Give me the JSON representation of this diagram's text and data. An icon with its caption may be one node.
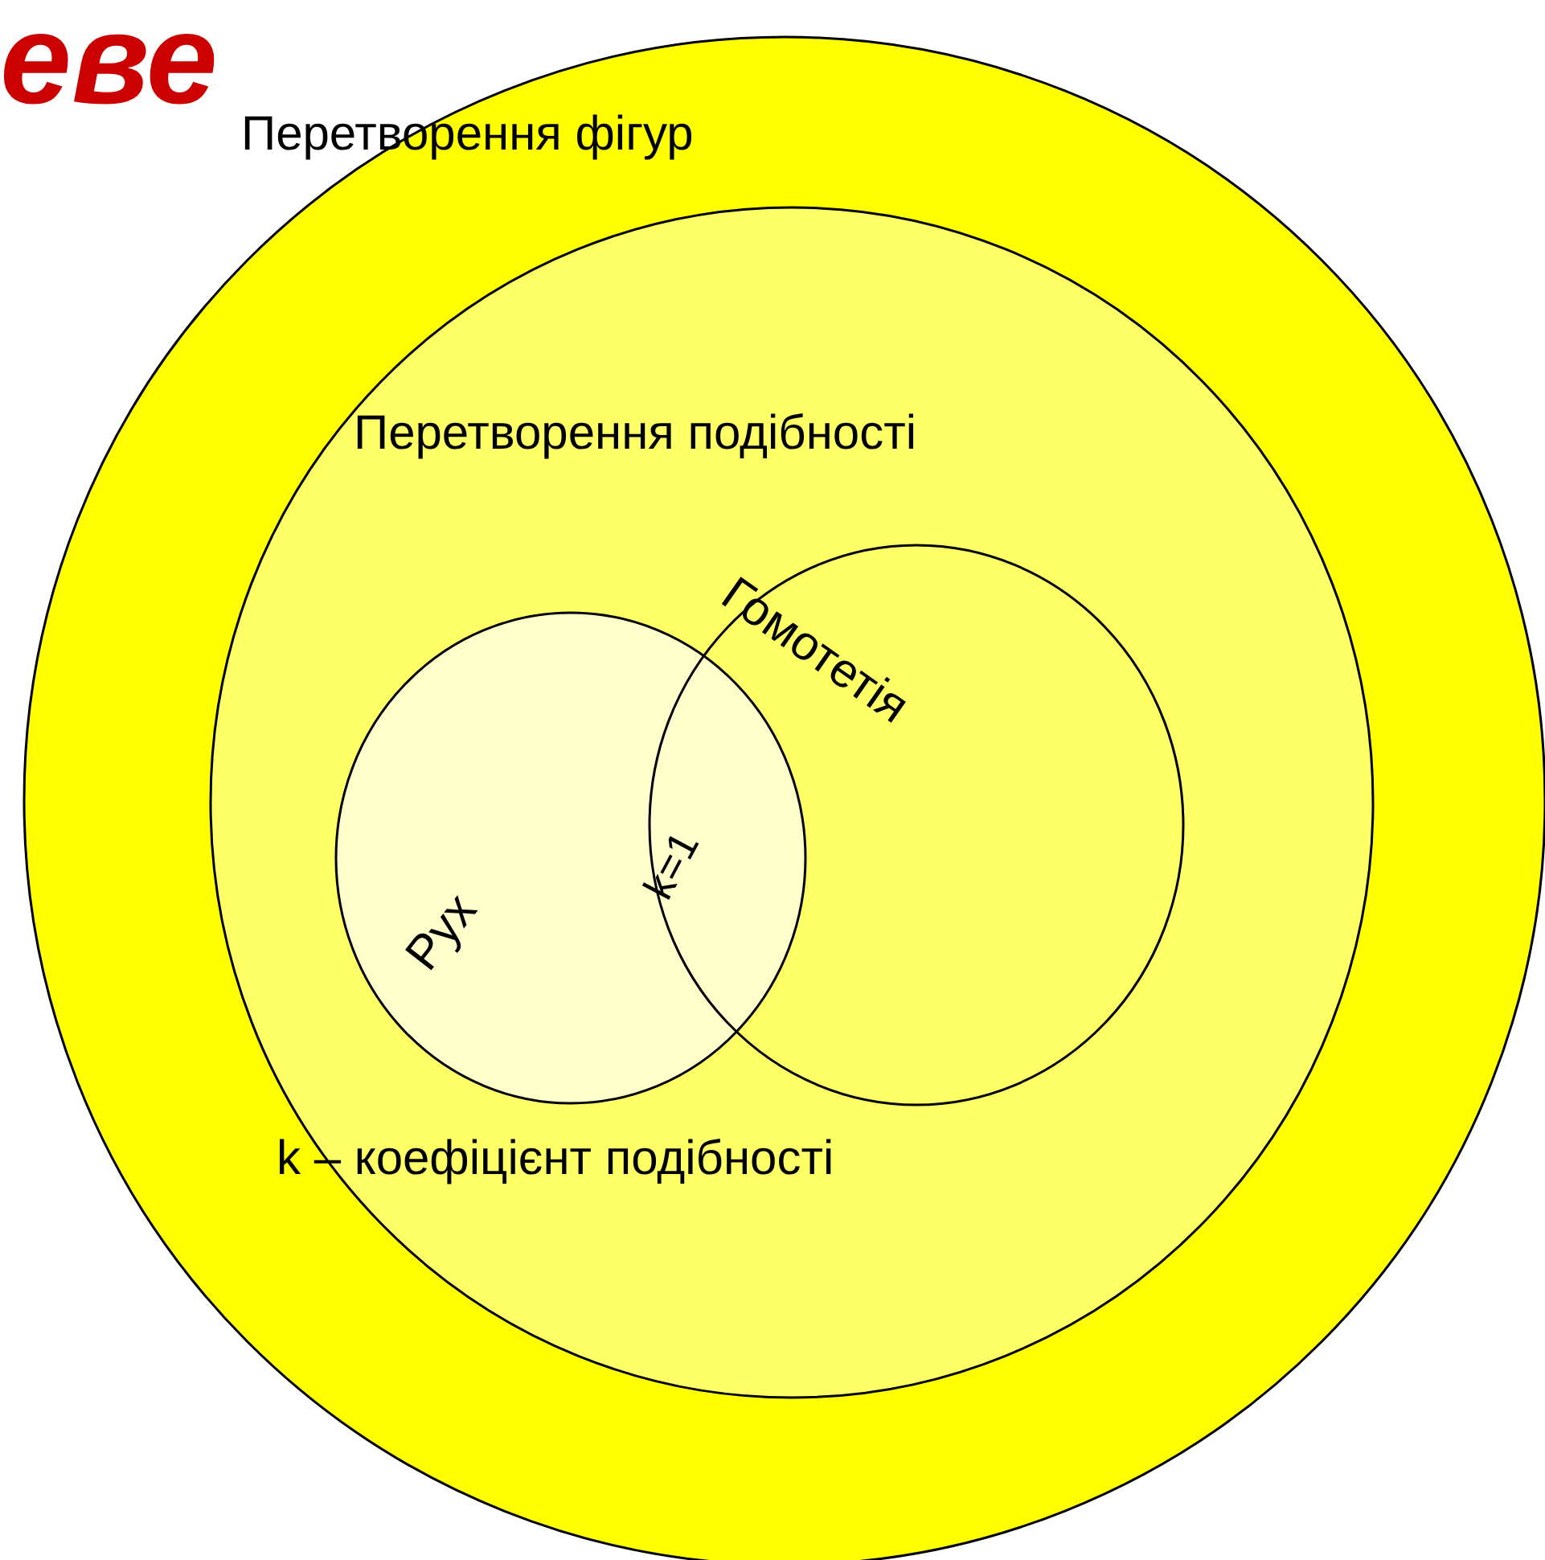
{
  "diagram": {
    "nodes": [
      {
        "text": [
          "Перетворення фігур"
        ]
      },
      {
        "text": [
          "Перетворення подібності"
        ],
        "in": 0
      },
      {
        "text": [
          "Рух"
        ],
        "in": 1
      },
      {
        "text": [
          "Гомотетія"
        ],
        "in": 1
      }
    ],
    "edges": [],
    "labels": [
      "еве",
      "k=1",
      "k – коефіцієнт подібності"
    ]
  }
}
